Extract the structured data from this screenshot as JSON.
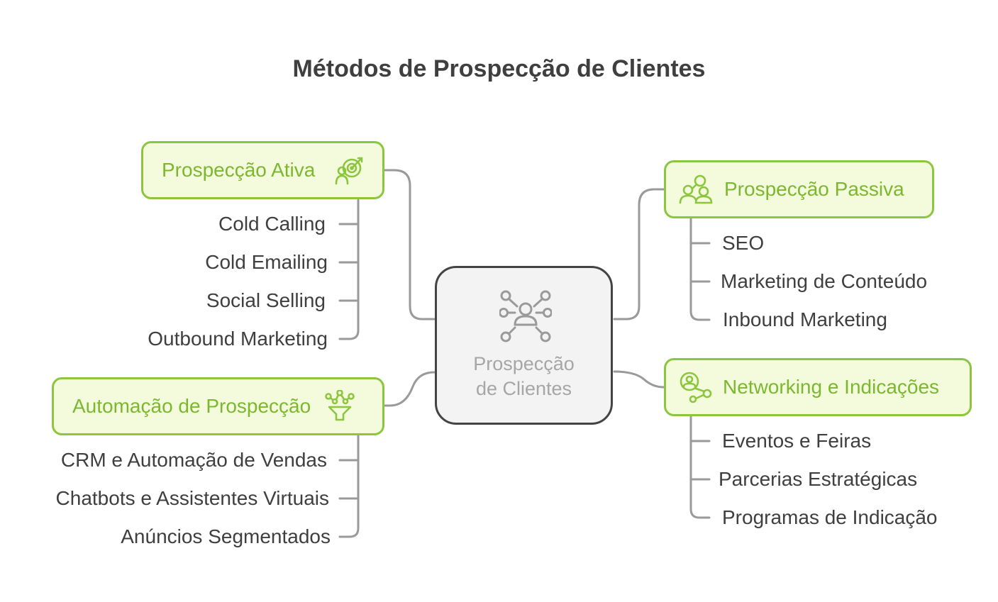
{
  "title": "Métodos de Prospecção de Clientes",
  "center": {
    "label_line1": "Prospecção",
    "label_line2": "de Clientes",
    "icon": "network-person-icon"
  },
  "colors": {
    "accent": "#8cc63f",
    "accent_text": "#7cb82f",
    "accent_fill": "#f4fbdc",
    "connector": "#9a9a9a",
    "center_border": "#444444",
    "center_fill": "#f3f3f3",
    "text": "#3f3f3f"
  },
  "branches": [
    {
      "label": "Prospecção Ativa",
      "icon": "target-person-icon",
      "items": [
        "Cold Calling",
        "Cold Emailing",
        "Social Selling",
        "Outbound Marketing"
      ]
    },
    {
      "label": "Automação de Prospecção",
      "icon": "funnel-network-icon",
      "items": [
        "CRM e Automação de Vendas",
        "Chatbots e Assistentes Virtuais",
        "Anúncios Segmentados"
      ]
    },
    {
      "label": "Prospecção Passiva",
      "icon": "people-search-icon",
      "items": [
        "SEO",
        "Marketing de Conteúdo",
        "Inbound Marketing"
      ]
    },
    {
      "label": "Networking e Indicações",
      "icon": "referral-network-icon",
      "items": [
        "Eventos e Feiras",
        "Parcerias Estratégicas",
        "Programas de Indicação"
      ]
    }
  ]
}
